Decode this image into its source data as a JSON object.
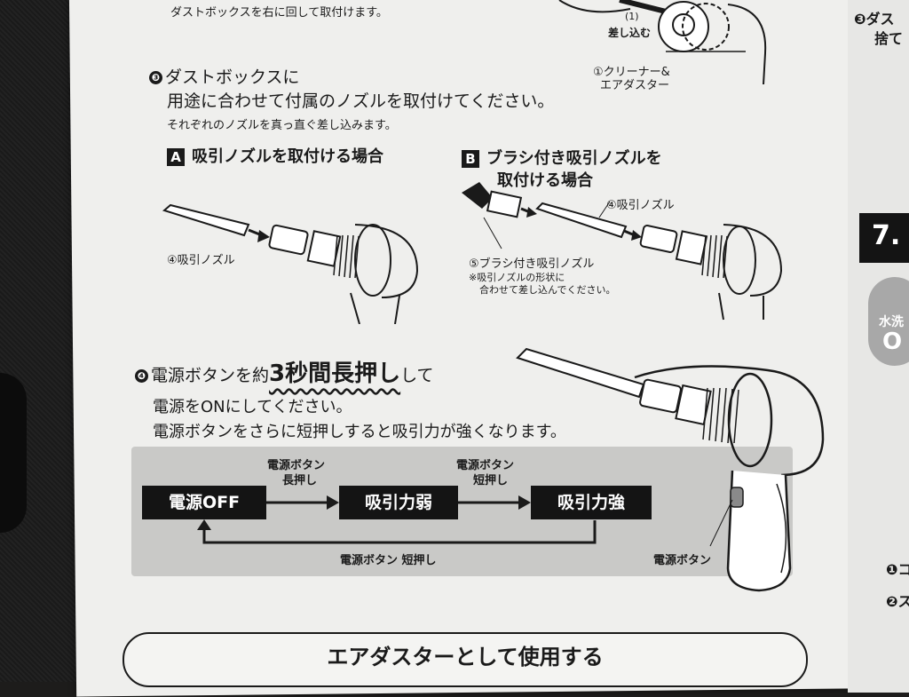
{
  "top": {
    "prev_text": "ダストボックスを右に回して取付けます。",
    "label_insert_num": "(1)",
    "label_insert": "差し込む",
    "label_cleaner_1": "①クリーナー&",
    "label_cleaner_2": "エアダスター"
  },
  "right_edge": {
    "step3_num": "❸",
    "step3_text": "ダス",
    "step3_text2": "捨て",
    "section_num": "7.",
    "water_label": "水洗",
    "water_on": "O",
    "item1": "❶コ",
    "item2": "❷ス"
  },
  "step3": {
    "num": "❸",
    "title_line1": "ダストボックスに",
    "title_line2": "用途に合わせて付属のノズルを取付けてください。",
    "sub": "それぞれのノズルを真っ直ぐ差し込みます。",
    "a_badge": "A",
    "a_title": "吸引ノズルを取付ける場合",
    "a_label": "④吸引ノズル",
    "b_badge": "B",
    "b_title_1": "ブラシ付き吸引ノズルを",
    "b_title_2": "取付ける場合",
    "b_label_nozzle": "④吸引ノズル",
    "b_label_brush": "⑤ブラシ付き吸引ノズル",
    "b_note_1": "※吸引ノズルの形状に",
    "b_note_2": "合わせて差し込んでください。"
  },
  "step4": {
    "num": "❹",
    "title_pre": "電源ボタンを約",
    "title_em": "3秒間長押し",
    "title_post": "して",
    "line2": "電源をONにしてください。",
    "line3": "電源ボタンをさらに短押しすると吸引力が強くなります。"
  },
  "diagram": {
    "state_off": "電源OFF",
    "state_weak": "吸引力弱",
    "state_strong": "吸引力強",
    "arrow1_line1": "電源ボタン",
    "arrow1_line2": "長押し",
    "arrow2_line1": "電源ボタン",
    "arrow2_line2": "短押し",
    "return_label": "電源ボタン 短押し",
    "power_button_label": "電源ボタン"
  },
  "section_heading": "エアダスターとして使用する"
}
